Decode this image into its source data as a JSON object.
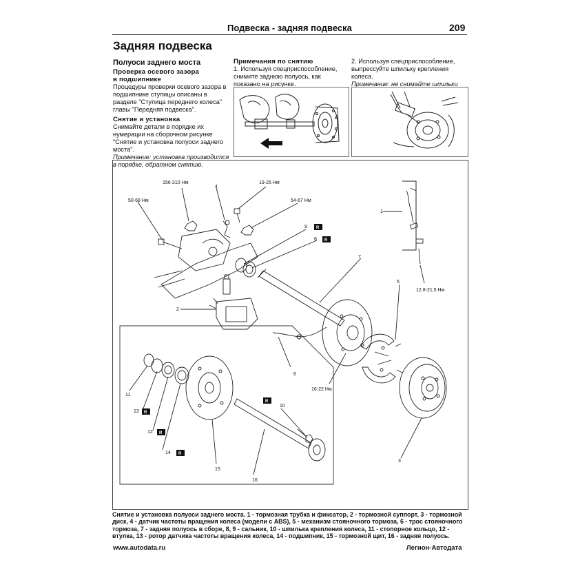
{
  "header": {
    "title": "Подвеска - задняя подвеска",
    "page_number": "209"
  },
  "section_title": "Задняя подвеска",
  "col1": {
    "subtitle": "Полуоси заднего моста",
    "check_title_1": "Проверка осевого зазора",
    "check_title_2": "в подшипнике",
    "check_text": "Процедуры проверки осевого зазора в подшипнике ступицы описаны в разделе \"Ступица переднего колеса\" главы \"Передняя подвеска\".",
    "removal_title": "Снятие и установка",
    "removal_text": "Снимайте детали в порядке их нумерации на сборочном рисунке \"Снятие и установка полуоси заднего моста\".",
    "note_label": "Примечание",
    "note_text": ": установка производится в порядке, обратном снятию."
  },
  "col2": {
    "notes_title": "Примечания по снятию",
    "step1": "1. Используя спецприспособление, снимите заднюю полуось, как показано на рисунке."
  },
  "col3": {
    "step2": "2. Используя спецприспособление, выпрессуйте шпильку крепления колеса.",
    "note_label": "Примечание",
    "note_text": ": не снимайте шпильки крепления колеса, если не заменяете саму шпильку."
  },
  "diagram": {
    "torques": {
      "t156": "156-210 Нм",
      "t19": "19-25 Нм",
      "t50": "50-68 Нм",
      "t54": "54-67 Нм",
      "t12": "12,8-21,5 Нм",
      "t16": "16-22 Нм"
    },
    "numbers": [
      "1",
      "2",
      "3",
      "4",
      "5",
      "6",
      "7",
      "8",
      "9",
      "10",
      "11",
      "12",
      "13",
      "14",
      "15",
      "16"
    ],
    "badge": "R"
  },
  "caption": "Снятие и установка полуоси заднего моста. 1 - тормозная трубка и фиксатор, 2 - тормозной суппорт, 3 - тормозной диск, 4 - датчик частоты вращения колеса (модели с ABS), 5 - механизм стояночного тормоза, 6 - трос стояночного тормоза, 7 - задняя полуось в сборе, 8, 9 - сальник, 10 - шпилька крепления колеса, 11 - стопорное кольцо, 12 - втулка, 13 - ротор датчика частоты вращения колеса, 14 - подшипник, 15 - тормозной щит, 16 - задняя полуось.",
  "footer": {
    "left": "www.autodata.ru",
    "right": "Легион-Автодата"
  }
}
